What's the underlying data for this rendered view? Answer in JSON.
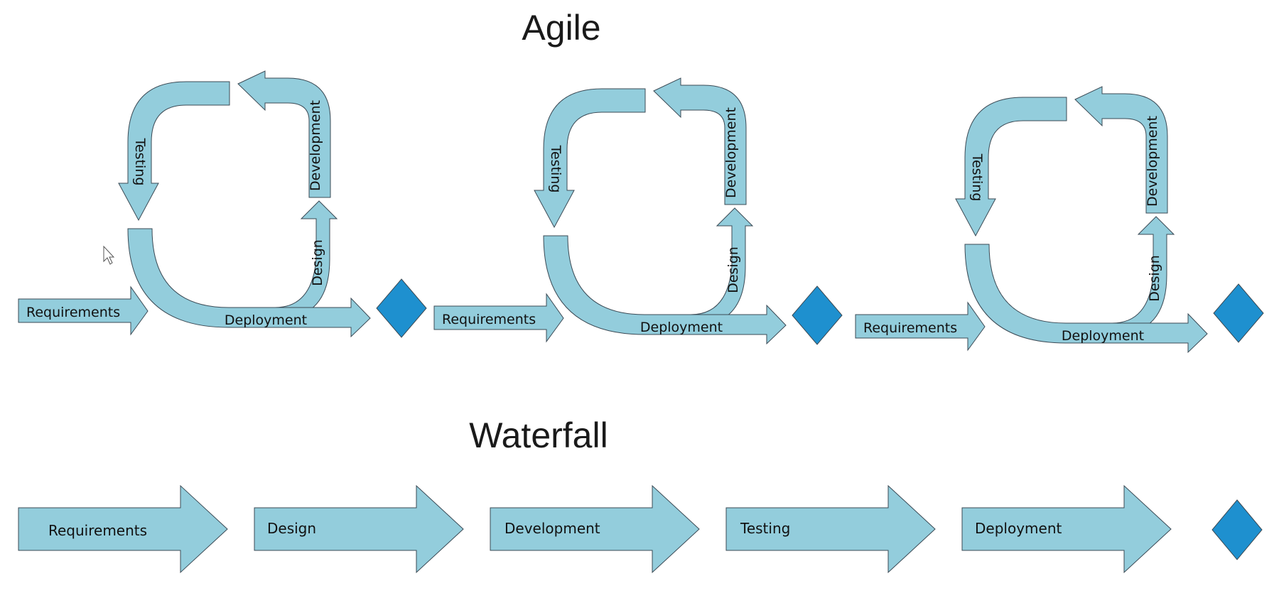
{
  "colors": {
    "arrow_fill": "#93cddc",
    "milestone_fill": "#1e90cf",
    "outline": "#3b4a55"
  },
  "icons": {
    "cursor": "mouse-pointer-icon"
  },
  "agile": {
    "title": "Agile",
    "iterations": [
      {
        "requirements": "Requirements",
        "design": "Design",
        "development": "Development",
        "testing": "Testing",
        "deployment": "Deployment"
      },
      {
        "requirements": "Requirements",
        "design": "Design",
        "development": "Development",
        "testing": "Testing",
        "deployment": "Deployment"
      },
      {
        "requirements": "Requirements",
        "design": "Design",
        "development": "Development",
        "testing": "Testing",
        "deployment": "Deployment"
      }
    ]
  },
  "waterfall": {
    "title": "Waterfall",
    "stages": [
      "Requirements",
      "Design",
      "Development",
      "Testing",
      "Deployment"
    ]
  }
}
